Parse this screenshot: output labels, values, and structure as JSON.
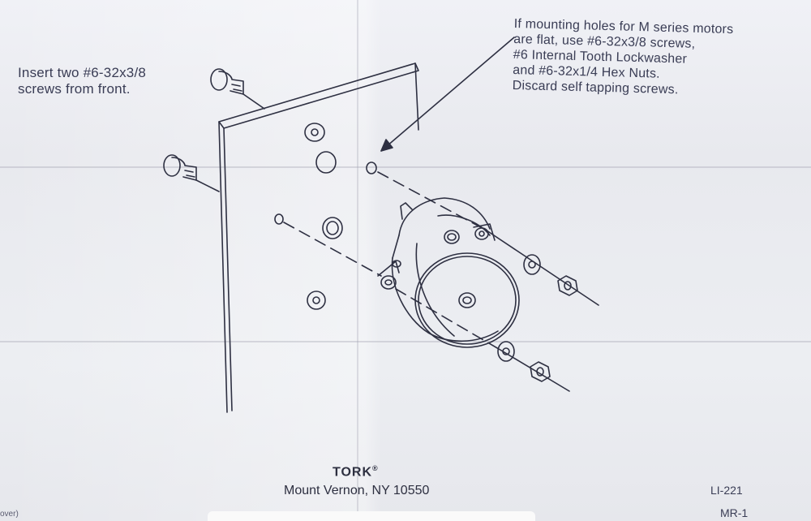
{
  "annotations": {
    "left_note": [
      "Insert two #6-32x3/8",
      "screws from front."
    ],
    "right_note": [
      "If mounting holes for M series motors",
      "are flat, use #6-32x3/8 screws,",
      "#6 Internal Tooth Lockwasher",
      "and #6-32x1/4 Hex Nuts.",
      "Discard self tapping screws."
    ]
  },
  "footer": {
    "brand": "TORK",
    "registered_mark": "®",
    "address": "Mount Vernon, NY 10550",
    "code_top": "LI-221",
    "code_bottom": "MR-1",
    "corner_text": "over)"
  },
  "colors": {
    "paper": "#eceef2",
    "ink": "#2d2f40"
  }
}
